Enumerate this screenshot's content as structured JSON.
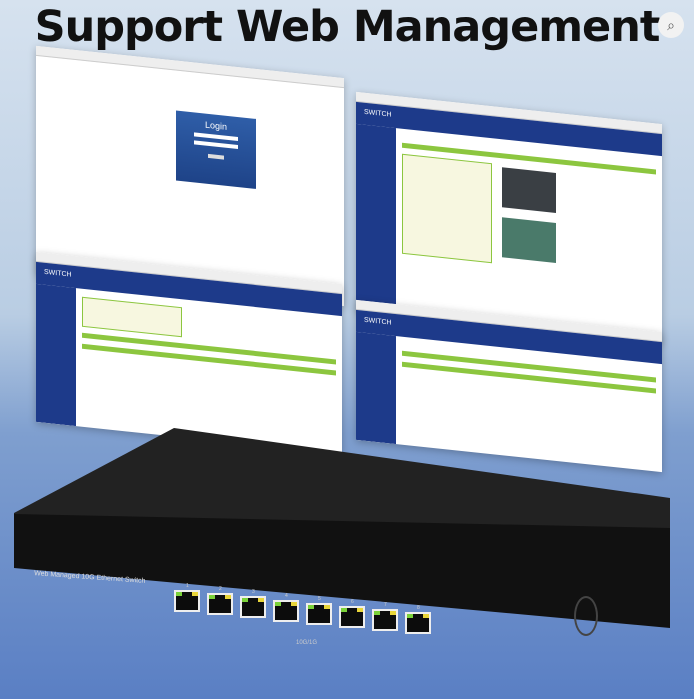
{
  "title": "Support Web Management",
  "lens_icon": "visual-search-icon",
  "screens": {
    "login": {
      "heading": "Login"
    },
    "status": {
      "logo": "SWITCH"
    },
    "vlan": {
      "logo": "SWITCH"
    },
    "aggregation": {
      "logo": "SWITCH"
    }
  },
  "device": {
    "label": "Web Managed 10G Ethernet Switch",
    "speed_label": "10G/1G",
    "ports": [
      "1",
      "2",
      "3",
      "4",
      "5",
      "6",
      "7",
      "8"
    ],
    "led_colors": [
      "#7bd23a",
      "#e8d53a"
    ]
  }
}
